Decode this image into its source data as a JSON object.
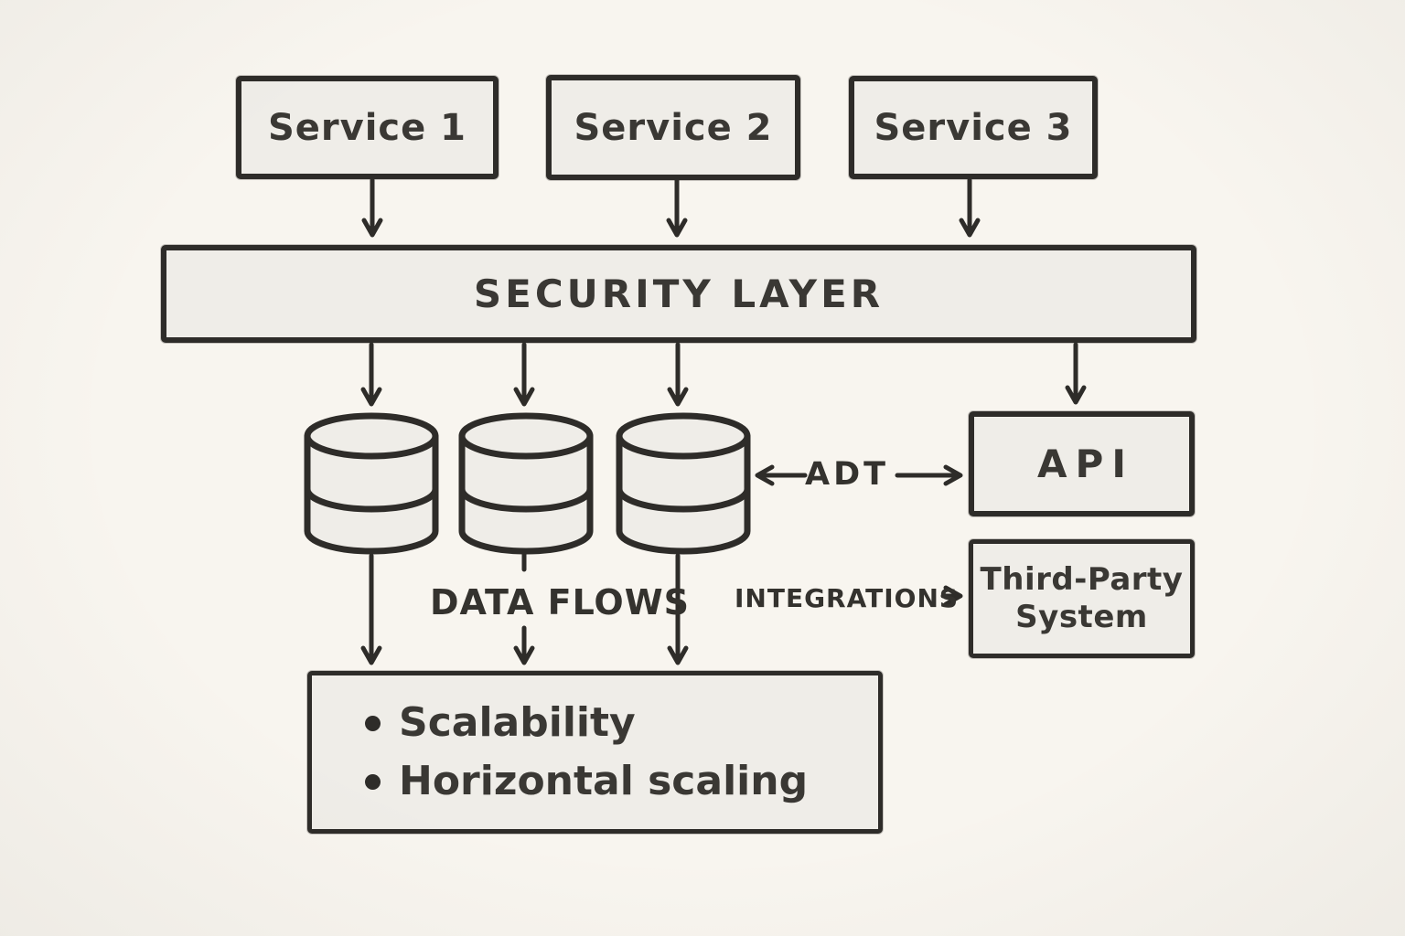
{
  "diagram": {
    "title_implicit": "Service architecture sketch",
    "colors": {
      "background": "#f8f5ef",
      "node_fill": "#efede8",
      "ink": "#2e2c29"
    },
    "nodes": {
      "service1": {
        "label": "Service 1"
      },
      "service2": {
        "label": "Service 2"
      },
      "service3": {
        "label": "Service 3"
      },
      "security": {
        "label": "SECURITY LAYER"
      },
      "api": {
        "label": "API"
      },
      "third_party": {
        "line1": "Third-Party",
        "line2": "System"
      },
      "features": {
        "bullets": [
          "Scalability",
          "Horizontal scaling"
        ]
      }
    },
    "databases": {
      "count": 3,
      "names": [
        "database-1",
        "database-2",
        "database-3"
      ]
    },
    "labels": {
      "adt": "ADT",
      "data_flows": "DATA FLOWS",
      "integrations": "INTEGRATIONS"
    },
    "edges": [
      "service1 -> security",
      "service2 -> security",
      "service3 -> security",
      "security -> database-1",
      "security -> database-2",
      "security -> database-3",
      "security -> api",
      "database-1 -> features",
      "database-2 -> features (dashed, labeled DATA FLOWS)",
      "database-3 -> features",
      "databases <- ADT -> api",
      "INTEGRATIONS -> third_party"
    ]
  }
}
